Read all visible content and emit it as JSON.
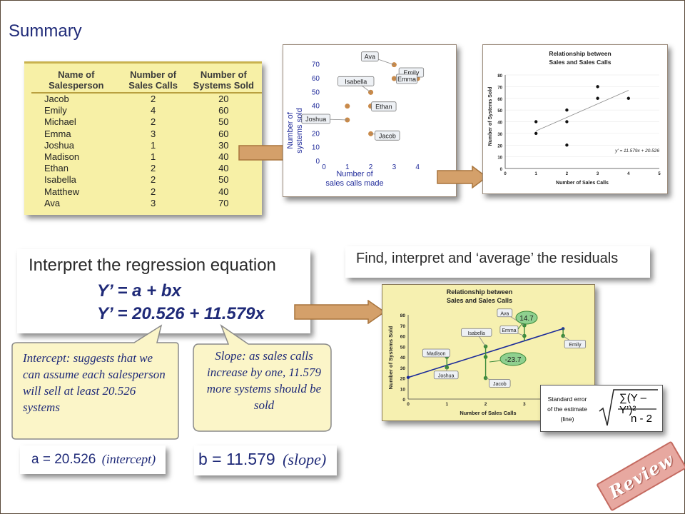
{
  "title": "Summary",
  "table": {
    "headers": [
      "Name of\nSalesperson",
      "Number of\nSales Calls",
      "Number of\nSystems Sold"
    ],
    "rows": [
      [
        "Jacob",
        "2",
        "20"
      ],
      [
        "Emily",
        "4",
        "60"
      ],
      [
        "Michael",
        "2",
        "50"
      ],
      [
        "Emma",
        "3",
        "60"
      ],
      [
        "Joshua",
        "1",
        "30"
      ],
      [
        "Madison",
        "1",
        "40"
      ],
      [
        "Ethan",
        "2",
        "40"
      ],
      [
        "Isabella",
        "2",
        "50"
      ],
      [
        "Matthew",
        "2",
        "40"
      ],
      [
        "Ava",
        "3",
        "70"
      ]
    ]
  },
  "chart_data": [
    {
      "type": "scatter",
      "title": "",
      "xlabel": "Number of\nsales calls made",
      "ylabel": "Number of\nsystems sold",
      "x_ticks": [
        "0",
        "1",
        "2",
        "3",
        "4"
      ],
      "y_ticks": [
        "0",
        "10",
        "20",
        "30",
        "40",
        "50",
        "60",
        "70"
      ],
      "xlim": [
        0,
        4.3
      ],
      "ylim": [
        0,
        75
      ],
      "point_color": "#c98a4a",
      "points": [
        [
          2,
          20
        ],
        [
          4,
          60
        ],
        [
          2,
          50
        ],
        [
          3,
          60
        ],
        [
          1,
          30
        ],
        [
          1,
          40
        ],
        [
          2,
          40
        ],
        [
          2,
          50
        ],
        [
          2,
          40
        ],
        [
          3,
          70
        ]
      ],
      "labels": [
        {
          "text": "Ava",
          "x": 3,
          "y": 70
        },
        {
          "text": "Emily",
          "x": 4,
          "y": 60
        },
        {
          "text": "Isabella",
          "x": 2,
          "y": 50
        },
        {
          "text": "Emma",
          "x": 3,
          "y": 60
        },
        {
          "text": "Ethan",
          "x": 2,
          "y": 40
        },
        {
          "text": "Joshua",
          "x": 1,
          "y": 30
        },
        {
          "text": "Jacob",
          "x": 2,
          "y": 20
        }
      ]
    },
    {
      "type": "scatter",
      "title": "Relationship between\nSales and Sales Calls",
      "xlabel": "Number of Sales Calls",
      "ylabel": "Number of Systems Sold",
      "x_ticks": [
        "0",
        "1",
        "2",
        "3",
        "4",
        "5"
      ],
      "y_ticks": [
        "0",
        "10",
        "20",
        "30",
        "40",
        "50",
        "60",
        "70",
        "80"
      ],
      "xlim": [
        0,
        5
      ],
      "ylim": [
        0,
        80
      ],
      "points": [
        [
          1,
          30
        ],
        [
          1,
          40
        ],
        [
          2,
          20
        ],
        [
          2,
          40
        ],
        [
          2,
          50
        ],
        [
          3,
          60
        ],
        [
          3,
          70
        ],
        [
          4,
          60
        ]
      ],
      "trendline": {
        "intercept": 20.526,
        "slope": 11.579,
        "x_range": [
          1,
          4
        ]
      },
      "annotation": "y' = 11.579x + 20.526"
    },
    {
      "type": "scatter",
      "title": "Relationship between\nSales and Sales Calls",
      "xlabel": "Number of Sales Calls",
      "ylabel": "Number of Systems Sold",
      "x_ticks": [
        "0",
        "1",
        "2",
        "3"
      ],
      "y_ticks": [
        "0",
        "10",
        "20",
        "30",
        "40",
        "50",
        "60",
        "70",
        "80"
      ],
      "xlim": [
        0,
        4.2
      ],
      "ylim": [
        0,
        80
      ],
      "point_color": "#3a8a3a",
      "line_color": "#1a2a9a",
      "points": [
        [
          1,
          30
        ],
        [
          1,
          40
        ],
        [
          2,
          20
        ],
        [
          2,
          40
        ],
        [
          2,
          50
        ],
        [
          3,
          60
        ],
        [
          3,
          70
        ],
        [
          4,
          60
        ]
      ],
      "trendline": {
        "intercept": 20.526,
        "slope": 11.579,
        "x_range": [
          0,
          4
        ]
      },
      "labels": [
        {
          "text": "Madison",
          "x": 1,
          "y": 40
        },
        {
          "text": "Joshua",
          "x": 1,
          "y": 30
        },
        {
          "text": "Isabella",
          "x": 2,
          "y": 50
        },
        {
          "text": "Jacob",
          "x": 2,
          "y": 20
        },
        {
          "text": "Ava",
          "x": 3,
          "y": 70
        },
        {
          "text": "Emma",
          "x": 3,
          "y": 60
        },
        {
          "text": "Emily",
          "x": 4,
          "y": 60
        }
      ],
      "residual_callouts": [
        "14.7",
        "-23.7"
      ]
    }
  ],
  "regression": {
    "heading": "Interpret the regression equation",
    "eq1": "Y’ = a + bx",
    "eq2": "Y’ = 20.526  + 11.579x"
  },
  "residuals_heading": "Find, interpret and ‘average’ the residuals",
  "callout_intercept": "Intercept: suggests that we can assume each salesperson will sell at least 20.526 systems",
  "callout_slope": "Slope: as sales calls increase by one, 11.579 more systems should be sold",
  "a_value": "a = 20.526",
  "a_label": "(intercept)",
  "b_value": "b = 11.579",
  "b_label": "(slope)",
  "std_error": {
    "label_line1": "Standard error",
    "label_line2": "of the estimate (line)",
    "numerator": "∑(Y – Y’)²",
    "denominator": "n - 2"
  },
  "review_badge": "Review",
  "colors": {
    "title": "#1f2a78",
    "table_bg": "#f7f0a6",
    "callout_bg": "#fbf5c8",
    "arrow": "#d4a06a"
  }
}
